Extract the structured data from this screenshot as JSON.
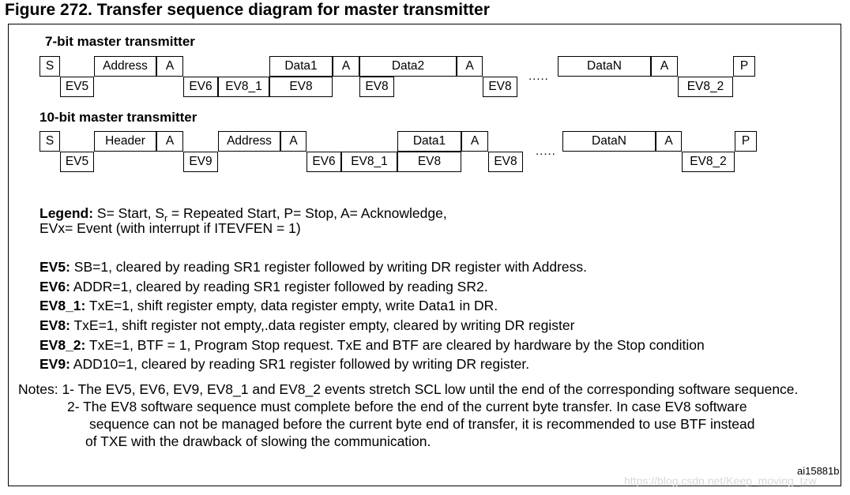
{
  "figure_title": "Figure 272. Transfer sequence diagram for master transmitter",
  "seq7": {
    "title": "7-bit master transmitter",
    "top": [
      "S",
      "Address",
      "A",
      "Data1",
      "A",
      "Data2",
      "A",
      "DataN",
      "A",
      "P"
    ],
    "bottom": [
      "EV5",
      "EV6",
      "EV8_1",
      "EV8",
      "EV8",
      "EV8",
      "EV8_2"
    ],
    "dots": "....."
  },
  "seq10": {
    "title": "10-bit master transmitter",
    "top": [
      "S",
      "Header",
      "A",
      "Address",
      "A",
      "Data1",
      "A",
      "DataN",
      "A",
      "P"
    ],
    "bottom": [
      "EV5",
      "EV9",
      "EV6",
      "EV8_1",
      "EV8",
      "EV8",
      "EV8_2"
    ],
    "dots": "....."
  },
  "legend": {
    "label": "Legend:",
    "text1a": " S= Start, S",
    "text1sub": "r",
    "text1b": " = Repeated Start, P= Stop, A= Acknowledge,",
    "text2": "EVx= Event (with interrupt if ITEVFEN = 1)"
  },
  "events": [
    {
      "name": "EV5:",
      "desc": " SB=1, cleared by reading SR1 register followed by writing DR register with Address."
    },
    {
      "name": "EV6:",
      "desc": " ADDR=1, cleared by reading SR1 register followed by reading SR2."
    },
    {
      "name": "EV8_1:",
      "desc": " TxE=1, shift register empty, data register empty, write Data1 in DR."
    },
    {
      "name": "EV8:",
      "desc": " TxE=1, shift register not empty,.data register empty, cleared by writing DR register"
    },
    {
      "name": "EV8_2:",
      "desc": " TxE=1, BTF = 1, Program Stop request. TxE and BTF are cleared by hardware by the Stop condition"
    },
    {
      "name": "EV9:",
      "desc": " ADD10=1, cleared by reading SR1 register followed by writing DR register."
    }
  ],
  "notes": [
    "Notes: 1- The EV5, EV6, EV9, EV8_1 and EV8_2 events stretch SCL low until the end of the corresponding software sequence.",
    "2- The EV8 software sequence must complete before the end of the current byte transfer. In case EV8 software",
    "sequence can not be managed before the current byte end of transfer, it is recommended to use BTF instead",
    "of TXE with the drawback of slowing the communication."
  ],
  "ref_id": "ai15881b",
  "watermark": "https://blog.csdn.net/Keep_moving_tzw"
}
